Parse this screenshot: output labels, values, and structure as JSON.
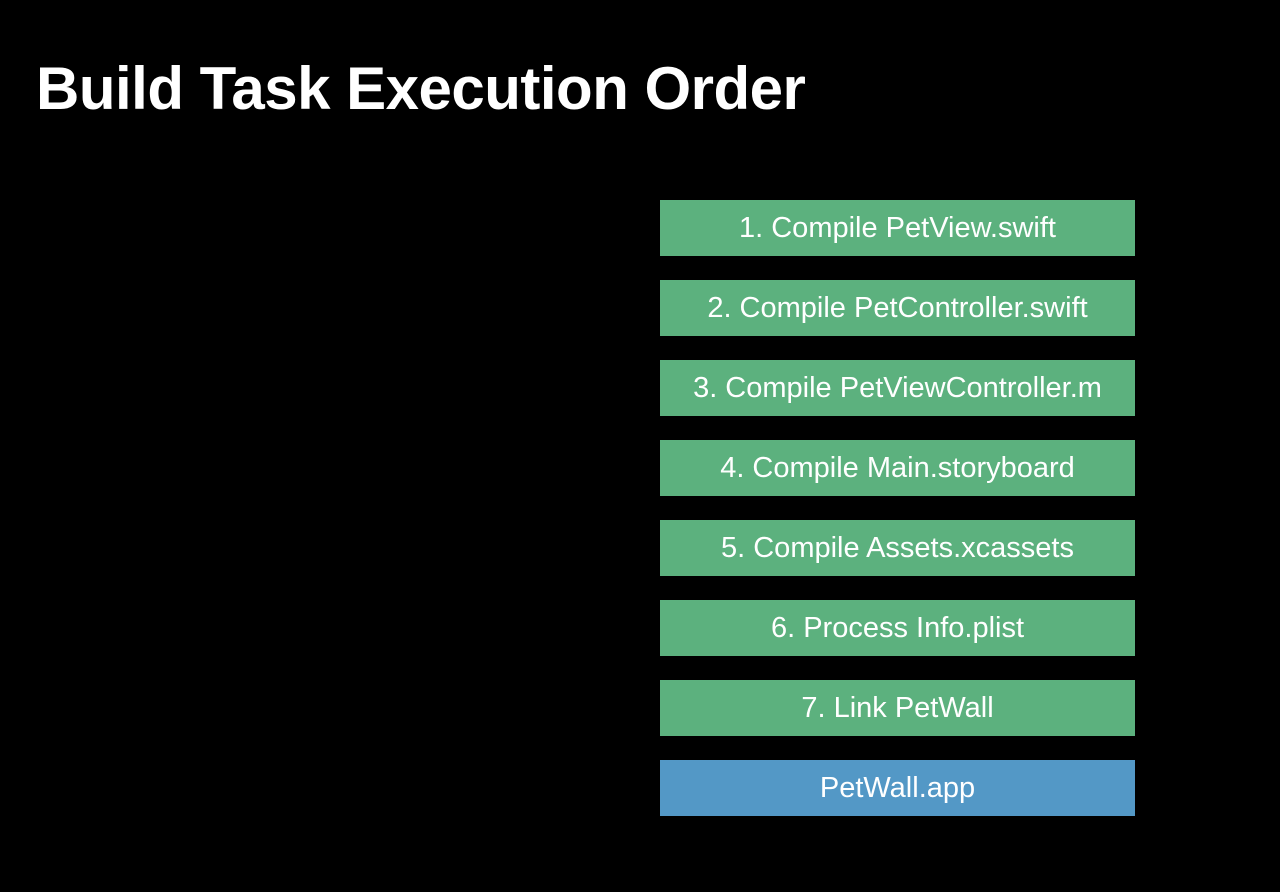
{
  "page": {
    "title": "Build Task Execution Order",
    "background_color": "#000000",
    "text_color": "#ffffff"
  },
  "palette": {
    "task_green": "#5cb17e",
    "product_blue": "#5398c6",
    "background": "#000000",
    "label": "#ffffff"
  },
  "flow": {
    "nodes": [
      {
        "label": "1. Compile PetView.swift",
        "kind": "task",
        "color": "#5cb17e"
      },
      {
        "label": "2. Compile PetController.swift",
        "kind": "task",
        "color": "#5cb17e"
      },
      {
        "label": "3. Compile PetViewController.m",
        "kind": "task",
        "color": "#5cb17e"
      },
      {
        "label": "4. Compile Main.storyboard",
        "kind": "task",
        "color": "#5cb17e"
      },
      {
        "label": "5. Compile Assets.xcassets",
        "kind": "task",
        "color": "#5cb17e"
      },
      {
        "label": "6. Process Info.plist",
        "kind": "task",
        "color": "#5cb17e"
      },
      {
        "label": "7. Link PetWall",
        "kind": "task",
        "color": "#5cb17e"
      },
      {
        "label": "PetWall.app",
        "kind": "product",
        "color": "#5398c6"
      }
    ]
  }
}
